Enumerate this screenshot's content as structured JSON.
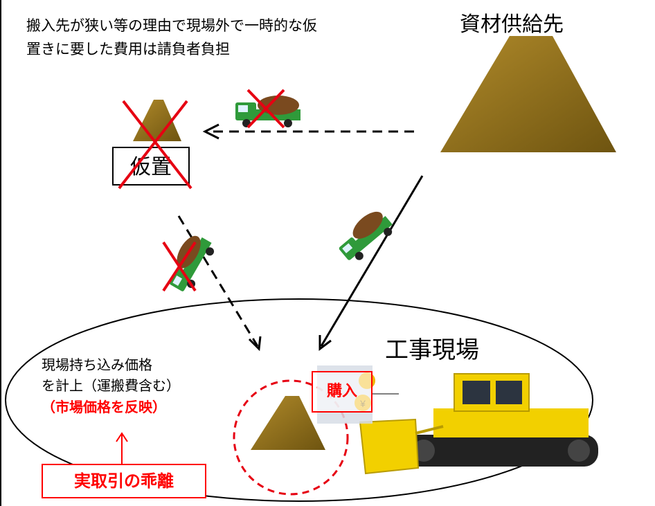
{
  "labels": {
    "note": "搬入先が狭い等の理由で現場外で一時的な仮置きに要した費用は請負者負担",
    "supplier": "資材供給先",
    "temporary_storage": "仮置",
    "site": "工事現場",
    "site_price_line1": "現場持ち込み価格",
    "site_price_line2": "を計上（運搬費含む）",
    "site_price_note": "（市場価格を反映）",
    "arrow_up": "↑",
    "gap": "実取引の乖離",
    "purchase": "購入"
  },
  "colors": {
    "pile": "#8f6e16",
    "cross": "#e60012",
    "truck_green": "#2f9a3a",
    "dozer_yellow": "#f2d000"
  },
  "icons": [
    "material-pile-icon",
    "dump-truck-icon",
    "bulldozer-icon",
    "coin-hand-icon",
    "cross-mark-icon"
  ]
}
